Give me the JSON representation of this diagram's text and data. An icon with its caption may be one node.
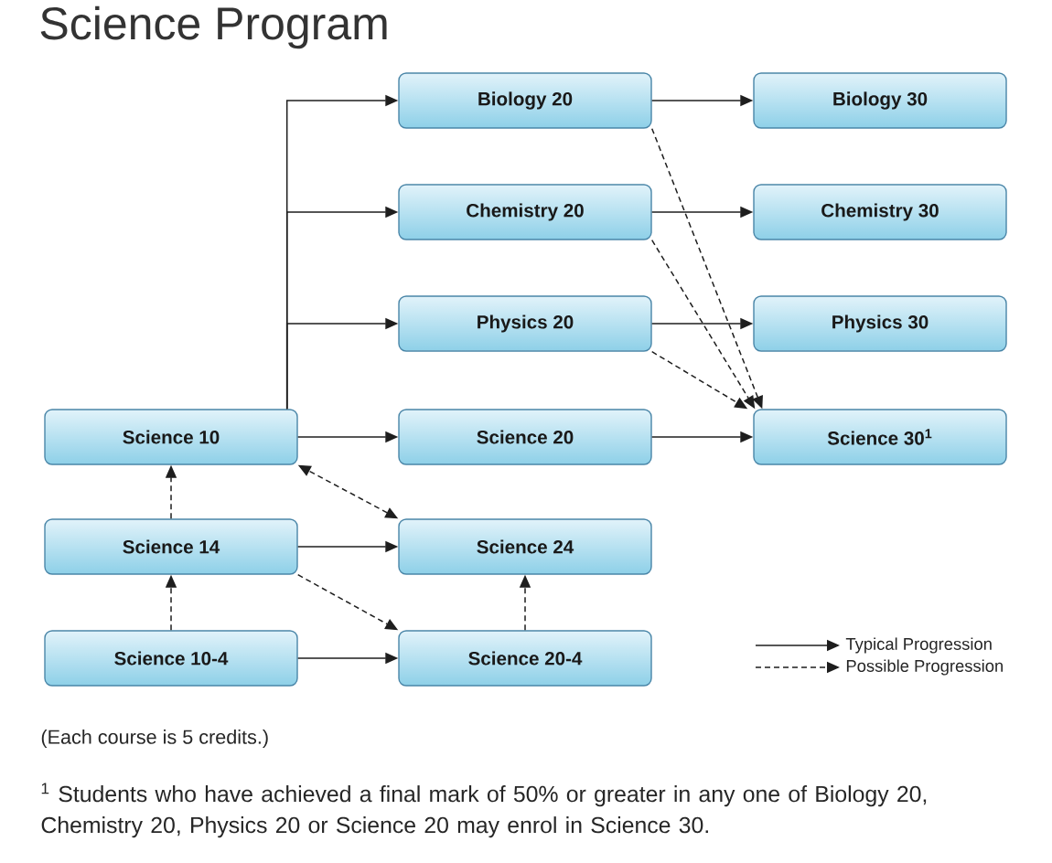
{
  "diagram": {
    "title": "Science Program",
    "nodes": [
      {
        "text": [
          "Biology 20"
        ]
      },
      {
        "text": [
          "Biology 30"
        ]
      },
      {
        "text": [
          "Chemistry 20"
        ]
      },
      {
        "text": [
          "Chemistry 30"
        ]
      },
      {
        "text": [
          "Physics 20"
        ]
      },
      {
        "text": [
          "Physics 30"
        ]
      },
      {
        "text": [
          "Science 10"
        ]
      },
      {
        "text": [
          "Science 20"
        ]
      },
      {
        "text": [
          "Science 30$^{1}$"
        ]
      },
      {
        "text": [
          "Science 14"
        ]
      },
      {
        "text": [
          "Science 24"
        ]
      },
      {
        "text": [
          "Science 10-4"
        ]
      },
      {
        "text": [
          "Science 20-4"
        ]
      }
    ],
    "edges": [
      {
        "from": 6,
        "to": 0,
        "arrow": "to"
      },
      {
        "from": 6,
        "to": 2,
        "arrow": "to"
      },
      {
        "from": 6,
        "to": 4,
        "arrow": "to"
      },
      {
        "from": 6,
        "to": 7,
        "arrow": "to"
      },
      {
        "from": 0,
        "to": 1,
        "arrow": "to"
      },
      {
        "from": 2,
        "to": 3,
        "arrow": "to"
      },
      {
        "from": 4,
        "to": 5,
        "arrow": "to"
      },
      {
        "from": 7,
        "to": 8,
        "arrow": "to"
      },
      {
        "from": 0,
        "to": 8,
        "arrow": "to",
        "style": "dashed"
      },
      {
        "from": 2,
        "to": 8,
        "arrow": "to",
        "style": "dashed"
      },
      {
        "from": 4,
        "to": 8,
        "arrow": "to",
        "style": "dashed"
      },
      {
        "from": 9,
        "to": 6,
        "arrow": "to",
        "style": "dashed"
      },
      {
        "from": 10,
        "to": 6,
        "arrow": "both",
        "style": "dashed"
      },
      {
        "from": 9,
        "to": 10,
        "arrow": "to"
      },
      {
        "from": 9,
        "to": 12,
        "arrow": "to",
        "style": "dashed"
      },
      {
        "from": 11,
        "to": 9,
        "arrow": "to",
        "style": "dashed"
      },
      {
        "from": 11,
        "to": 12,
        "arrow": "to"
      },
      {
        "from": 12,
        "to": 10,
        "arrow": "to",
        "style": "dashed"
      }
    ],
    "labels": [
      "(Each course is 5 credits.)",
      "$^{1}$ Students who have achieved a final mark of 50% or greater in any one of Biology 20, Chemistry 20, Physics 20 or Science 20 may enrol in Science 30."
    ],
    "legend": [
      {
        "text": "Typical Progression"
      },
      {
        "text": "Possible Progression"
      }
    ]
  }
}
